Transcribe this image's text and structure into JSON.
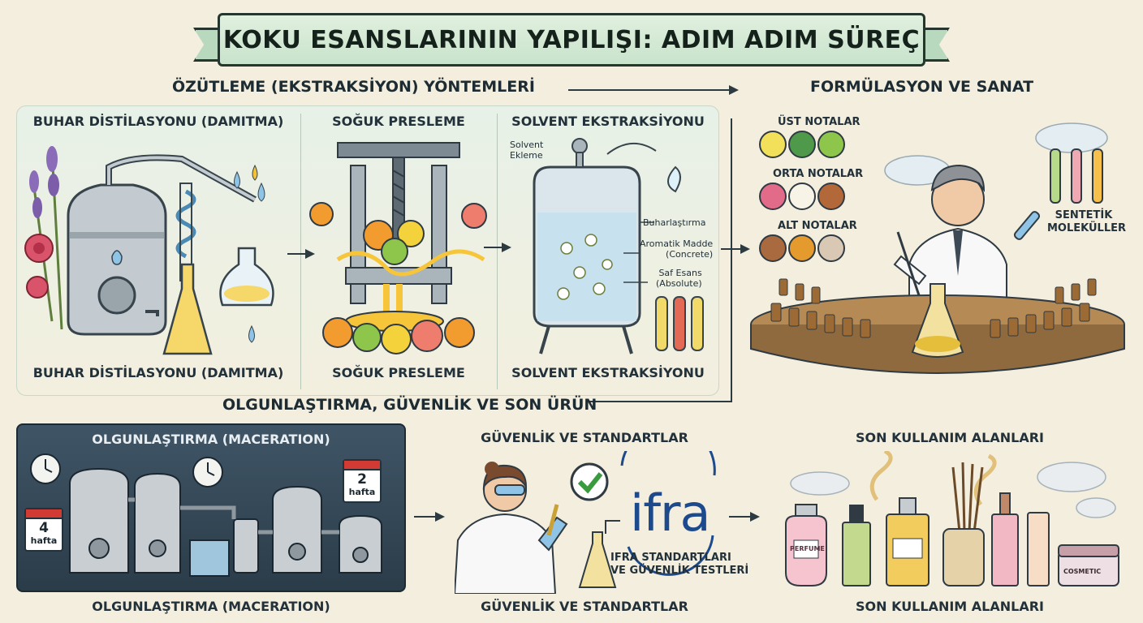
{
  "title": "KOKU ESANSLARININ YAPILIŞI: ADIM ADIM SÜREÇ",
  "sections": {
    "extraction": "ÖZÜTLEME (EKSTRAKSİYON) YÖNTEMLERİ",
    "formulation": "FORMÜLASYON VE SANAT",
    "maturation": "OLGUNLAŞTIRMA, GÜVENLİK VE SON ÜRÜN"
  },
  "methods": [
    {
      "title": "BUHAR DİSTİLASYONU (DAMITMA)",
      "footer": "BUHAR DİSTİLASYONU (DAMITMA)"
    },
    {
      "title": "SOĞUK PRESLEME",
      "footer": "SOĞUK PRESLEME"
    },
    {
      "title": "SOLVENT EKSTRAKSİYONU",
      "footer": "SOLVENT EKSTRAKSİYONU"
    }
  ],
  "solvent_labels": {
    "solvent_add": [
      "Solvent",
      "Ekleme"
    ],
    "evaporation": "Buharlaştırma",
    "concrete": [
      "Aromatik Madde",
      "(Concrete)"
    ],
    "absolute": [
      "Saf Esans",
      "(Absolute)"
    ]
  },
  "notes": {
    "top": "ÜST NOTALAR",
    "middle": "ORTA NOTALAR",
    "base": "ALT NOTALAR"
  },
  "synthetic": [
    "SENTETİK",
    "MOLEKÜLLER"
  ],
  "maceration": {
    "title": "OLGUNLAŞTIRMA (MACERATION)",
    "footer": "OLGUNLAŞTIRMA (MACERATION)",
    "cal_left": {
      "num": "4",
      "unit": "hafta"
    },
    "cal_right": {
      "num": "2",
      "unit": "hafta"
    }
  },
  "safety": {
    "title": "GÜVENLİK VE STANDARTLAR",
    "footer": "GÜVENLİK VE STANDARTLAR",
    "logo_text": "ifra",
    "caption": [
      "IFRA STANDARTLARI",
      "VE GÜVENLİK TESTLERİ"
    ]
  },
  "enduse": {
    "title": "SON KULLANIM ALANLARI",
    "footer": "SON KULLANIM ALANLARI",
    "labels": {
      "perfume": "PERFUME",
      "cosmetic": "COSMETIC"
    }
  },
  "colors": {
    "banner": "#c8e3cb",
    "panel_dark": "#2b3c49",
    "ifra_blue": "#1c4a8c",
    "check_green": "#3a9b3e"
  }
}
